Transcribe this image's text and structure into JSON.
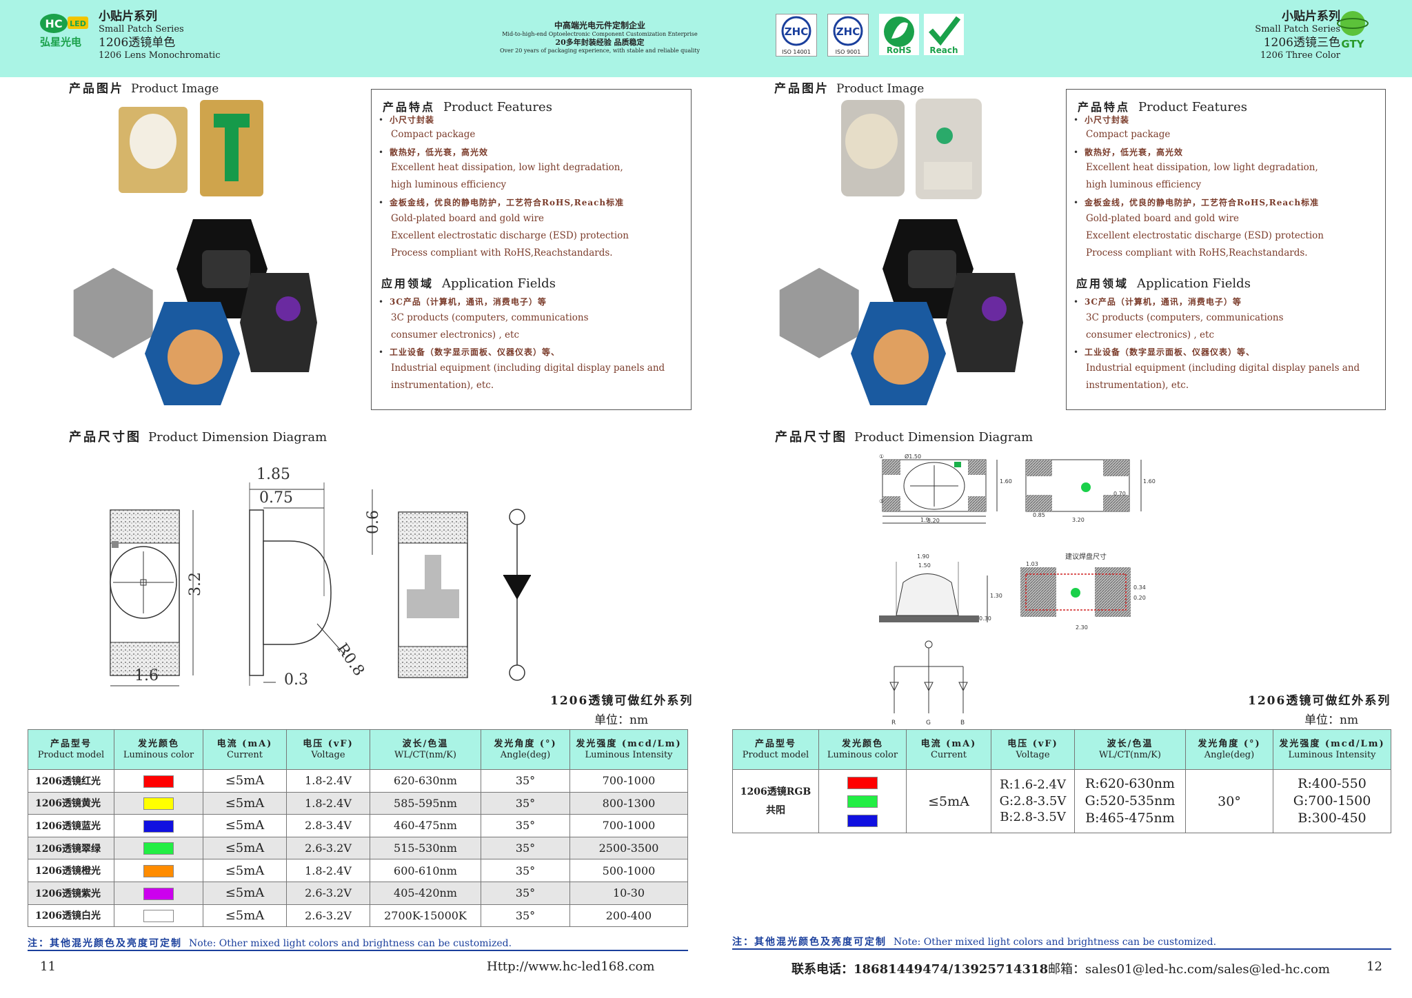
{
  "header": {
    "left": {
      "brand_text": "弘星光电",
      "logo_text": "HC LED",
      "series_cn": "小贴片系列",
      "series_en": "Small Patch Series",
      "model_cn": "1206透镜单色",
      "model_en": "1206 Lens Monochromatic"
    },
    "center": {
      "line1": "中高端光电元件定制企业",
      "line2": "Mid-to-high-end Optoelectronic Component Customization Enterprise",
      "line3": "20多年封装经验 品质稳定",
      "line4": "Over 20 years of packaging experience, with stable and reliable quality"
    },
    "certs": [
      {
        "label": "ISO 14001",
        "mark": "ZHC"
      },
      {
        "label": "ISO 9001",
        "mark": "ZHC"
      },
      {
        "label": "RoHS",
        "mark": ""
      },
      {
        "label": "Reach",
        "mark": ""
      }
    ],
    "right": {
      "series_cn": "小贴片系列",
      "series_en": "Small Patch Series",
      "model_cn": "1206透镜三色",
      "model_en": "1206 Three Color",
      "logo_text": "GTY"
    }
  },
  "left_page": {
    "product_image": {
      "cn": "产品图片",
      "en": "Product Image"
    },
    "features": {
      "title_cn": "产品特点",
      "title_en": "Product Features",
      "items": [
        {
          "cn": "小尺寸封装",
          "en": [
            "Compact package"
          ]
        },
        {
          "cn": "散热好，低光衰，高光效",
          "en": [
            "Excellent heat dissipation, low light degradation,",
            "high luminous efficiency"
          ]
        },
        {
          "cn": "金板金线，优良的静电防护，工艺符合RoHS,Reach标准",
          "en": [
            "Gold-plated board and gold wire",
            "Excellent electrostatic discharge (ESD) protection",
            "Process compliant with RoHS,Reachstandards."
          ]
        }
      ],
      "app_title_cn": "应用领域",
      "app_title_en": "Application Fields",
      "app_items": [
        {
          "cn": "3C产品（计算机，通讯，消费电子）等",
          "en": [
            "3C products (computers, communications",
            "consumer electronics) , etc"
          ]
        },
        {
          "cn": "工业设备（数字显示面板、仪器仪表）等、",
          "en": [
            "Industrial equipment (including digital display panels and",
            "instrumentation), etc."
          ]
        }
      ]
    },
    "dimension": {
      "cn": "产品尺寸图",
      "en": "Product Dimension Diagram",
      "labels": {
        "w_top": "1.85",
        "w_top2": "0.75",
        "height": "3.2",
        "width": "1.6",
        "base": "0.3",
        "radius": "R0.8",
        "pad": "0.6"
      }
    },
    "series_note": "1206透镜可做红外系列",
    "unit": "单位：nm",
    "table": {
      "headers": [
        {
          "cn": "产品型号",
          "en": "Product model"
        },
        {
          "cn": "发光颜色",
          "en": "Luminous color"
        },
        {
          "cn": "电流 (mA)",
          "en": "Current"
        },
        {
          "cn": "电压 (vF)",
          "en": "Voltage"
        },
        {
          "cn": "波长/色温",
          "en": "WL/CT(nm/K)"
        },
        {
          "cn": "发光角度 (°)",
          "en": "Angle(deg)"
        },
        {
          "cn": "发光强度 (mcd/Lm)",
          "en": "Luminous Intensity"
        }
      ],
      "rows": [
        {
          "model": "1206透镜红光",
          "color": "#ff0000",
          "current": "≤5mA",
          "voltage": "1.8-2.4V",
          "wl": "620-630nm",
          "angle": "35°",
          "intensity": "700-1000"
        },
        {
          "model": "1206透镜黄光",
          "color": "#ffff00",
          "current": "≤5mA",
          "voltage": "1.8-2.4V",
          "wl": "585-595nm",
          "angle": "35°",
          "intensity": "800-1300"
        },
        {
          "model": "1206透镜蓝光",
          "color": "#1010e0",
          "current": "≤5mA",
          "voltage": "2.8-3.4V",
          "wl": "460-475nm",
          "angle": "35°",
          "intensity": "700-1000"
        },
        {
          "model": "1206透镜翠绿",
          "color": "#22ee44",
          "current": "≤5mA",
          "voltage": "2.6-3.2V",
          "wl": "515-530nm",
          "angle": "35°",
          "intensity": "2500-3500"
        },
        {
          "model": "1206透镜橙光",
          "color": "#ff8c00",
          "current": "≤5mA",
          "voltage": "1.8-2.4V",
          "wl": "600-610nm",
          "angle": "35°",
          "intensity": "500-1000"
        },
        {
          "model": "1206透镜紫光",
          "color": "#cc00ee",
          "current": "≤5mA",
          "voltage": "2.6-3.2V",
          "wl": "405-420nm",
          "angle": "35°",
          "intensity": "10-30"
        },
        {
          "model": "1206透镜白光",
          "color": "#ffffff",
          "current": "≤5mA",
          "voltage": "2.6-3.2V",
          "wl": "2700K-15000K",
          "angle": "35°",
          "intensity": "200-400"
        }
      ]
    },
    "note_cn": "注：其他混光颜色及亮度可定制",
    "note_en": "Note: Other mixed light colors and brightness can be customized.",
    "page_number": "11",
    "website": "Http://www.hc-led168.com"
  },
  "right_page": {
    "product_image": {
      "cn": "产品图片",
      "en": "Product Image"
    },
    "features": {
      "title_cn": "产品特点",
      "title_en": "Product Features",
      "items": [
        {
          "cn": "小尺寸封装",
          "en": [
            "Compact package"
          ]
        },
        {
          "cn": "散热好，低光衰，高光效",
          "en": [
            "Excellent heat dissipation, low light degradation,",
            "high luminous efficiency"
          ]
        },
        {
          "cn": "金板金线，优良的静电防护，工艺符合RoHS,Reach标准",
          "en": [
            "Gold-plated board and gold wire",
            "Excellent electrostatic discharge (ESD) protection",
            "Process compliant with RoHS,Reachstandards."
          ]
        }
      ],
      "app_title_cn": "应用领域",
      "app_title_en": "Application Fields",
      "app_items": [
        {
          "cn": "3C产品（计算机，通讯，消费电子）等",
          "en": [
            "3C products (computers, communications",
            "consumer electronics) , etc"
          ]
        },
        {
          "cn": "工业设备（数字显示面板、仪器仪表）等、",
          "en": [
            "Industrial equipment (including digital display panels and",
            "instrumentation), etc."
          ]
        }
      ]
    },
    "dimension": {
      "cn": "产品尺寸图",
      "en": "Product Dimension Diagram",
      "labels": {
        "d": "Ø1.50",
        "w1": "1.9",
        "w2": "3.20",
        "h1": "1.60",
        "h2": "1.60",
        "p1": "0.70",
        "p2": "0.85",
        "p3": "3.20",
        "t1": "1.90",
        "t2": "1.50",
        "t3": "1.30",
        "t4": "0.30",
        "pad_title": "建议焊盘尺寸",
        "p4": "1.03",
        "p5": "0.34",
        "p6": "0.20",
        "p7": "2.30",
        "r": "R",
        "g": "G",
        "b": "B"
      }
    },
    "series_note": "1206透镜可做红外系列",
    "unit": "单位：nm",
    "table": {
      "headers": [
        {
          "cn": "产品型号",
          "en": "Product model"
        },
        {
          "cn": "发光颜色",
          "en": "Luminous color"
        },
        {
          "cn": "电流 (mA)",
          "en": "Current"
        },
        {
          "cn": "电压 (vF)",
          "en": "Voltage"
        },
        {
          "cn": "波长/色温",
          "en": "WL/CT(nm/K)"
        },
        {
          "cn": "发光角度 (°)",
          "en": "Angle(deg)"
        },
        {
          "cn": "发光强度 (mcd/Lm)",
          "en": "Luminous Intensity"
        }
      ],
      "row": {
        "model": "1206透镜RGB",
        "model2": "共阳",
        "colors": [
          "#ff0000",
          "#22ee44",
          "#1010e0"
        ],
        "current": "≤5mA",
        "voltage": [
          "R:1.6-2.4V",
          "G:2.8-3.5V",
          "B:2.8-3.5V"
        ],
        "wl": [
          "R:620-630nm",
          "G:520-535nm",
          "B:465-475nm"
        ],
        "angle": "30°",
        "intensity": [
          "R:400-550",
          "G:700-1500",
          "B:300-450"
        ]
      }
    },
    "note_cn": "注：其他混光颜色及亮度可定制",
    "note_en": "Note: Other mixed light colors and brightness can be customized.",
    "contact": "联系电话：18681449474/13925714318",
    "email": "邮箱：sales01@led-hc.com/sales@led-hc.com",
    "page_number": "12"
  }
}
